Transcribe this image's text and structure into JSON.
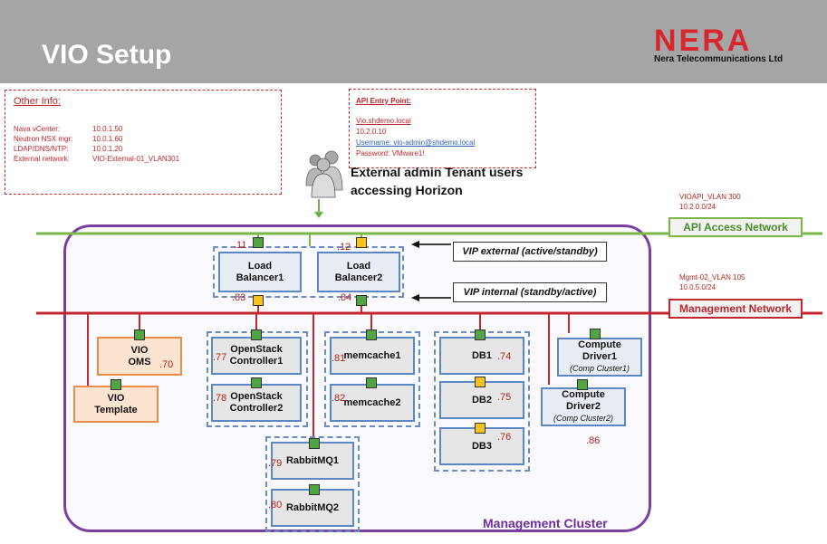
{
  "page": {
    "title": "VIO Setup"
  },
  "logo": {
    "word": "NERA",
    "company": "Nera Telecommunications Ltd"
  },
  "other_info": {
    "title": "Other Info:",
    "rows": [
      {
        "label": "Nava vCenter:",
        "value": "10.0.1.50"
      },
      {
        "label": "Neutron NSX mgr:",
        "value": "10.0.1.60"
      },
      {
        "label": "LDAP/DNS/NTP:",
        "value": "10.0.1.20"
      },
      {
        "label": "External network:",
        "value": "VIO-External-01_VLAN301"
      }
    ]
  },
  "api_entry": {
    "title": "API Entry Point:",
    "host": "Vio.shdemo.local",
    "ip": "10.2.0.10",
    "username": "Username: vio-admin@shdemo.local",
    "password": "Password:   VMware1!"
  },
  "external_users": {
    "line1": "External admin Tenant users",
    "line2": "accessing Horizon"
  },
  "networks": {
    "api": {
      "vlan": "VIOAPI_VLAN 300",
      "subnet": "10.2.0.0/24",
      "label": "API Access Network",
      "color": "#7ab648"
    },
    "mgmt": {
      "vlan": "Mgmt-02_VLAN 105",
      "subnet": "10.0.5.0/24",
      "label": "Management Network",
      "color": "#c1272d"
    }
  },
  "vip": {
    "external": "VIP external (active/standby)",
    "internal": "VIP internal (standby/active)"
  },
  "cluster": {
    "label": "Management Cluster"
  },
  "nodes": {
    "lb1": {
      "line1": "Load",
      "line2": "Balancer1",
      "ip_top": ".11",
      "ip_bottom": ".83"
    },
    "lb2": {
      "line1": "Load",
      "line2": "Balancer2",
      "ip_top": ".12",
      "ip_bottom": ".84"
    },
    "oms": {
      "line1": "VIO",
      "line2": "OMS",
      "ip": ".70"
    },
    "template": {
      "line1": "VIO",
      "line2": "Template"
    },
    "osc1": {
      "line1": "OpenStack",
      "line2": "Controller1",
      "ip": ".77"
    },
    "osc2": {
      "line1": "OpenStack",
      "line2": "Controller2",
      "ip": ".78"
    },
    "mc1": {
      "label": "memcache1",
      "ip": ".81"
    },
    "mc2": {
      "label": "memcache2",
      "ip": ".82"
    },
    "db1": {
      "label": "DB1",
      "ip": ".74"
    },
    "db2": {
      "label": "DB2",
      "ip": ".75"
    },
    "db3": {
      "label": "DB3",
      "ip": ".76"
    },
    "cd1": {
      "line1": "Compute",
      "line2": "Driver1",
      "sub": "(Comp Cluster1)"
    },
    "cd2": {
      "line1": "Compute",
      "line2": "Driver2",
      "sub": "(Comp Cluster2)",
      "ip": ".86"
    },
    "rmq1": {
      "label": "RabbitMQ1",
      "ip": ".79"
    },
    "rmq2": {
      "label": "RabbitMQ2",
      "ip": ".80"
    }
  },
  "icons": {
    "users": "users-group-icon",
    "arrow": "arrow-down-icon"
  }
}
